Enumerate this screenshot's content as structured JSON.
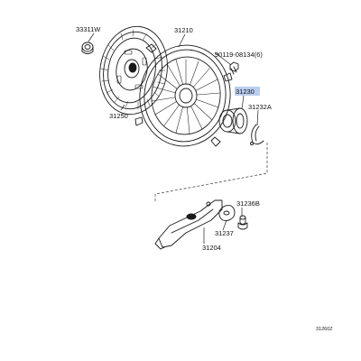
{
  "parts": {
    "drive_plate": "31250",
    "cover_assembly": "31210",
    "disc_component": "33311W",
    "cover_bolt": "90119-08134(6)",
    "release_bearing": "31230",
    "bearing_clip": "31232A",
    "release_fork": "31204",
    "fork_boot": "31237",
    "fork_pivot": "31236B"
  },
  "diagram_code": "31260Z",
  "colors": {
    "highlight": "#b9cdef",
    "ink": "#1a1a1a"
  }
}
